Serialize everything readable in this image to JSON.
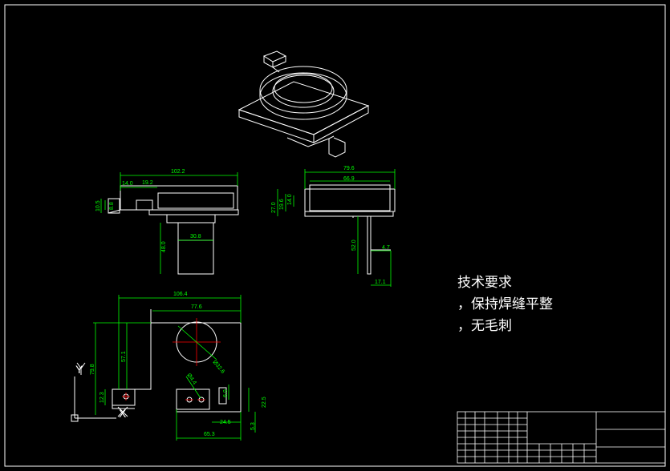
{
  "technical_requirements": {
    "title": "技术要求",
    "items": [
      "，保持焊缝平整",
      "，无毛刺"
    ]
  },
  "dimensions": {
    "front_width": "102.2",
    "front_left": "14.0",
    "front_mid": "19.2",
    "front_h1": "10.5",
    "front_h2": "8.8",
    "front_stem_w": "30.8",
    "front_stem_h": "48.0",
    "side_outer": "79.6",
    "side_inner": "66.9",
    "side_h1": "27.0",
    "side_h2": "19.6",
    "side_h3": "14.0",
    "side_leg": "52.0",
    "side_tab": "4.7",
    "side_foot": "17.1",
    "top_width": "106.4",
    "top_inner": "77.6",
    "top_height": "79.8",
    "top_depth": "57.1",
    "top_slot": "12.3",
    "circle_dia": "Ø32.6",
    "hole_dia": "Ø4.4",
    "hole_off": "6.0",
    "hole_right": "22.5",
    "hole_span": "24.5",
    "hole_small": "5.3",
    "base_width": "65.3"
  },
  "axis": {
    "y": "Y",
    "x": "X"
  },
  "colors": {
    "background": "#000000",
    "line": "#ffffff",
    "dimension": "#00ff00",
    "center": "#ff0000"
  }
}
